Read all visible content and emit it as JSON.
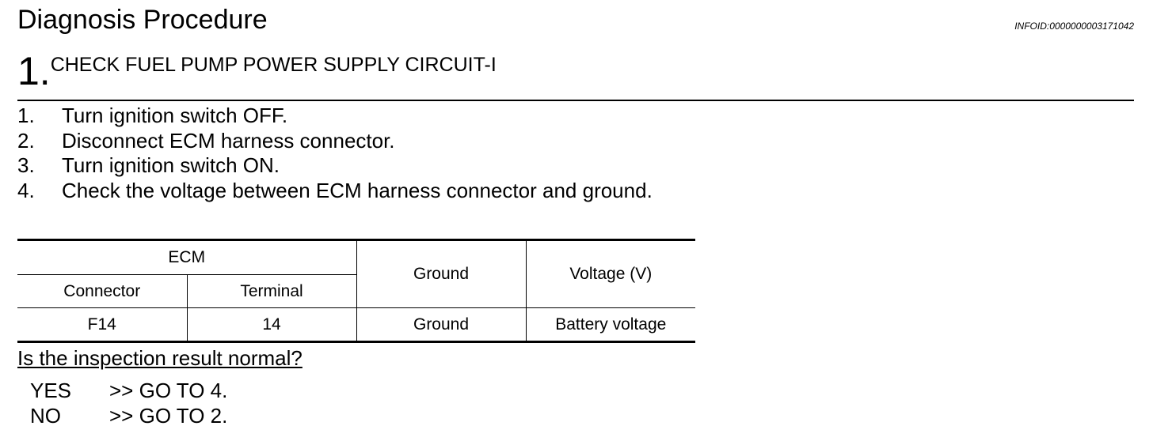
{
  "header": {
    "title": "Diagnosis Procedure",
    "info_id": "INFOID:0000000003171042"
  },
  "step": {
    "number": "1.",
    "title": "CHECK FUEL PUMP POWER SUPPLY CIRCUIT-I"
  },
  "instructions": [
    {
      "num": "1.",
      "text": "Turn ignition switch OFF."
    },
    {
      "num": "2.",
      "text": "Disconnect ECM harness connector."
    },
    {
      "num": "3.",
      "text": "Turn ignition switch ON."
    },
    {
      "num": "4.",
      "text": "Check the voltage between ECM harness connector and ground."
    }
  ],
  "table": {
    "group_header": "ECM",
    "col_connector": "Connector",
    "col_terminal": "Terminal",
    "col_ground": "Ground",
    "col_voltage": "Voltage (V)",
    "row": {
      "connector": "F14",
      "terminal": "14",
      "ground": "Ground",
      "voltage": "Battery voltage"
    }
  },
  "question": "Is the inspection result normal?",
  "answers": [
    {
      "key": "YES",
      "action": ">> GO TO 4."
    },
    {
      "key": "NO",
      "action": ">> GO TO 2."
    }
  ]
}
